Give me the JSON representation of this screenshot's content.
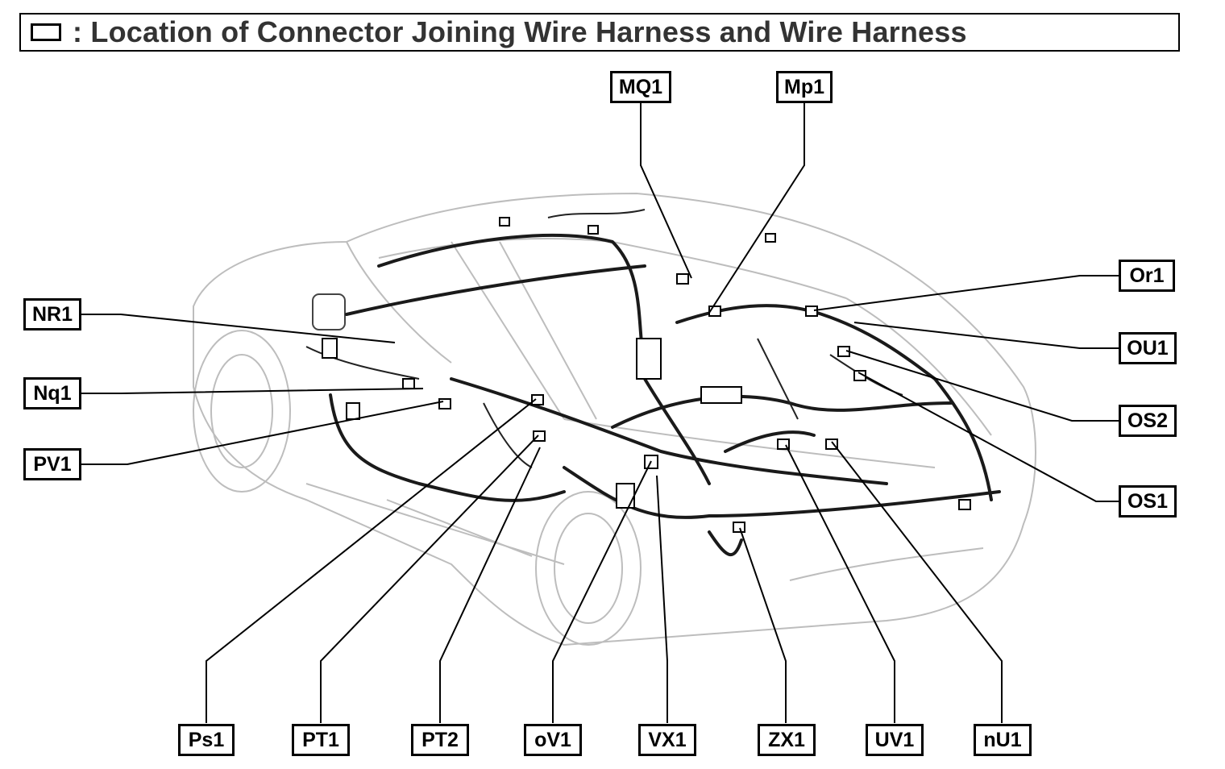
{
  "title": {
    "text": ": Location of Connector Joining Wire Harness and Wire Harness",
    "legend_icon": "rectangle-icon"
  },
  "connectors": {
    "MQ1": "MQ1",
    "Mp1": "Mp1",
    "Or1": "Or1",
    "OU1": "OU1",
    "OS2": "OS2",
    "OS1": "OS1",
    "NR1": "NR1",
    "Nq1": "Nq1",
    "PV1": "PV1",
    "Ps1": "Ps1",
    "PT1": "PT1",
    "PT2": "PT2",
    "oV1": "oV1",
    "VX1": "VX1",
    "ZX1": "ZX1",
    "UV1": "UV1",
    "nU1": "nU1"
  },
  "colors": {
    "ink": "#000000",
    "outline": "#bdbdbd",
    "harness": "#1a1a1a"
  }
}
